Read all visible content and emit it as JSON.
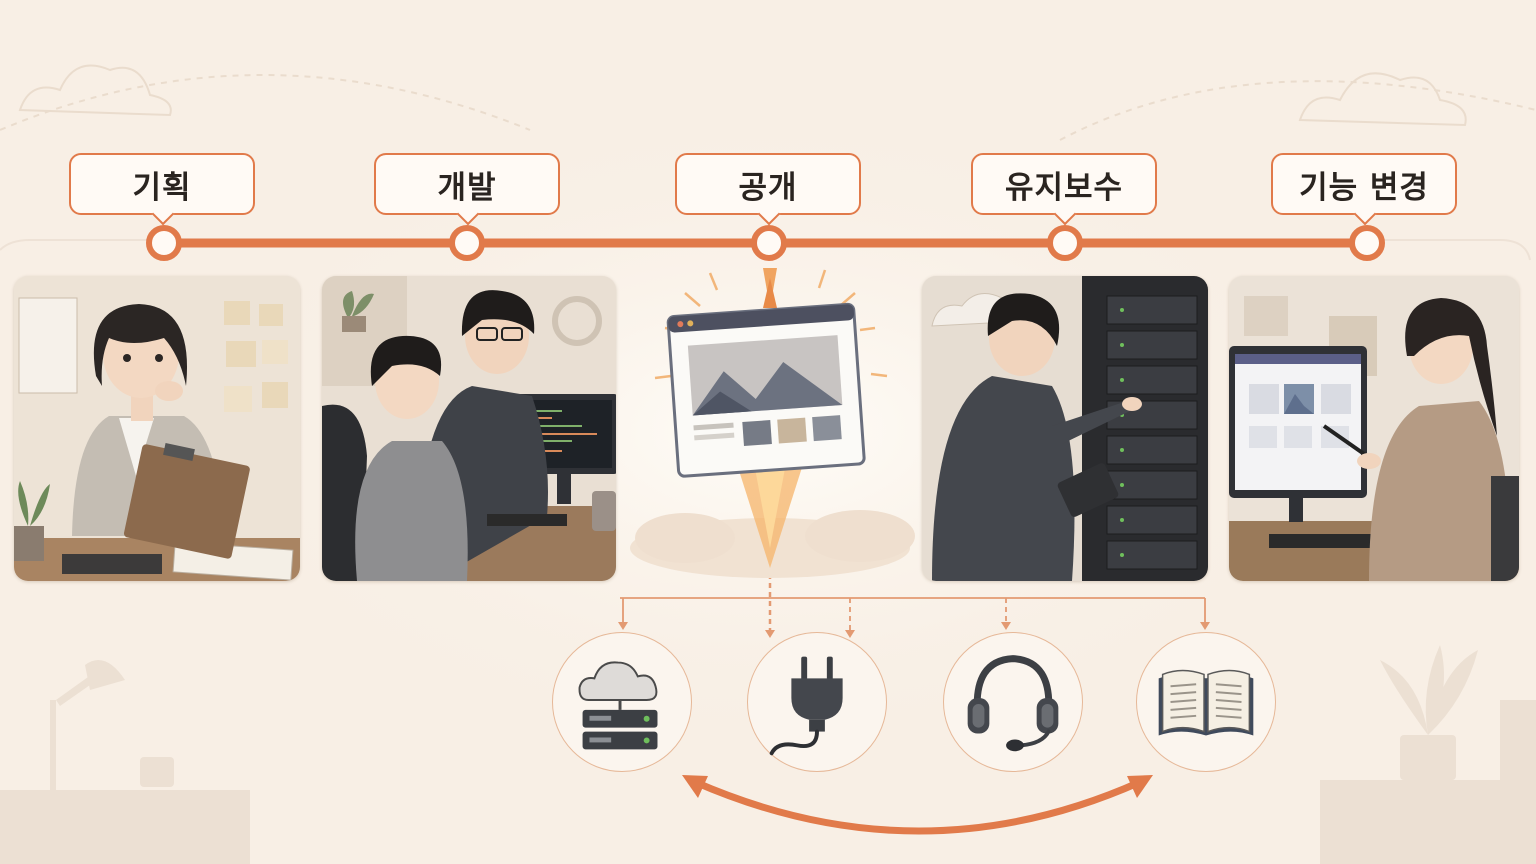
{
  "stages": [
    {
      "label": "기획",
      "icon": "planning-illustration"
    },
    {
      "label": "개발",
      "icon": "development-illustration"
    },
    {
      "label": "공개",
      "icon": "launch-illustration"
    },
    {
      "label": "유지보수",
      "icon": "maintenance-illustration"
    },
    {
      "label": "기능 변경",
      "icon": "feature-change-illustration"
    }
  ],
  "support_icons": [
    "cloud-server-icon",
    "power-plug-icon",
    "headset-icon",
    "open-book-icon"
  ],
  "colors": {
    "accent": "#e17a4a",
    "background": "#f8efe5",
    "label_text": "#2a2420",
    "circle_border": "#e6b898"
  }
}
